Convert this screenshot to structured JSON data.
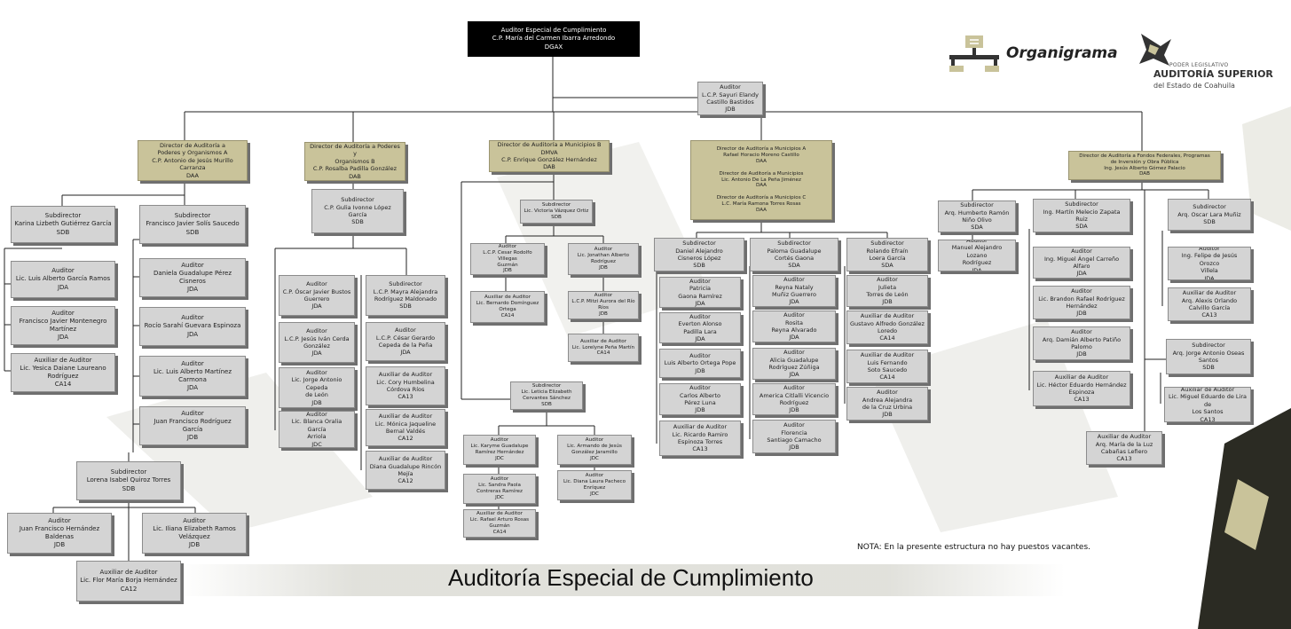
{
  "header": {
    "logo_text": "Organigrama",
    "institution_small": "PODER LEGISLATIVO",
    "institution_name": "AUDITORÍA SUPERIOR",
    "institution_sub": "del Estado de Coahuila"
  },
  "note": "NOTA: En la presente estructura no hay puestos vacantes.",
  "footer_title": "Auditoría Especial de Cumplimiento",
  "colors": {
    "box_gray": "#d4d4d4",
    "box_director": "#c9c39a",
    "box_top": "#000000",
    "shadow": "#6f6f6f"
  },
  "boxes": {
    "top": [
      "Auditor Especial de Cumplimiento",
      "C.P. María del Carmen Ibarra Arredondo",
      "DGAX"
    ],
    "auditor_staff": [
      "Auditor",
      "L.C.P. Sayuri Elandy",
      "Castillo Bastidos",
      "JDB"
    ],
    "dir1": [
      "Director de Auditoría a",
      "Poderes y Organismos A",
      "C.P. Antonio de Jesús Murillo Carranza",
      "DAA"
    ],
    "dir2": [
      "Director de Auditoría a Poderes y",
      "Organismos B",
      "C.P. Rosalba Padilla González",
      "DAB"
    ],
    "dir3": [
      "Director de Auditoría a Municipios B",
      "DMVA",
      "C.P. Enrique González Hernández",
      "DAB"
    ],
    "dir4": [
      "Director de Auditoría a Municipios A",
      "Rafael Horacio Moreno Castillo",
      "DAA",
      "",
      "Director de Auditoría a Municipios",
      "Lic. Antonio De La Peña Jiménez",
      "DAA",
      "",
      "Director de Auditoría a Municipios C",
      "L.C. María Ramona Torres Rosas",
      "DAA"
    ],
    "dir5": [
      "Director de Auditoría a Fondos Federales, Programas",
      "de Inversión y Obra Pública",
      "Ing. Jesús Alberto Gómez Palacio",
      "DAB"
    ],
    "c1_sub": [
      "Subdirector",
      "Karina Lizbeth Gutiérrez García",
      "SDB"
    ],
    "c1_a1": [
      "Auditor",
      "Lic. Luis Alberto García Ramos",
      "JDA"
    ],
    "c1_a2": [
      "Auditor",
      "Francisco Javier Montenegro",
      "Martínez",
      "JDA"
    ],
    "c1_a3": [
      "Auxiliar de Auditor",
      "Lic. Yesica Daiane Laureano",
      "Rodríguez",
      "CA14"
    ],
    "c2_sub": [
      "Subdirector",
      "Francisco Javier Solís Saucedo",
      "SDB"
    ],
    "c2_a1": [
      "Auditor",
      "Daniela Guadalupe Pérez",
      "Cisneros",
      "JDA"
    ],
    "c2_a2": [
      "Auditor",
      "Rocío Sarahí Guevara Espinoza",
      "JDA"
    ],
    "c2_a3": [
      "Auditor",
      "Lic. Luis Alberto Martínez",
      "Carmona",
      "JDA"
    ],
    "c2_a4": [
      "Auditor",
      "Juan Francisco Rodríguez García",
      "JDB"
    ],
    "c2_sub2": [
      "Subdirector",
      "Lorena Isabel Quiroz Torres",
      "SDB"
    ],
    "c2_b1": [
      "Auditor",
      "Juan Francisco Hernández",
      "Baldenas",
      "JDB"
    ],
    "c2_b2": [
      "Auditor",
      "Lic. Iliana Elizabeth Ramos",
      "Velázquez",
      "JDB"
    ],
    "c2_b3": [
      "Auxiliar de Auditor",
      "Lic. Flor María Borja Hernández",
      "CA12"
    ],
    "c3_sub": [
      "Subdirector",
      "C.P. Gulia Ivonne López García",
      "SDB"
    ],
    "c3_a1": [
      "Auditor",
      "C.P. Óscar Javier Bustos",
      "Guerrero",
      "JDA"
    ],
    "c3_a2": [
      "Auditor",
      "L.C.P. Jesús Iván Cerda",
      "González",
      "JDA"
    ],
    "c3_a3": [
      "Auditor",
      "Lic. Jorge Antonio Cepeda",
      "de León",
      "JDB"
    ],
    "c3_a4": [
      "Auditor",
      "Lic. Blanca Oralia García",
      "Arriola",
      "JDC"
    ],
    "c3_b0": [
      "Subdirector",
      "L.C.P. Mayra Alejandra",
      "Rodríguez Maldonado",
      "SDB"
    ],
    "c3_b1": [
      "Auditor",
      "L.C.P. César Gerardo",
      "Cepeda de la Peña",
      "JDA"
    ],
    "c3_b2": [
      "Auxiliar de Auditor",
      "Lic. Cory Humbelina",
      "Córdova Ríos",
      "CA13"
    ],
    "c3_b3": [
      "Auxiliar de Auditor",
      "Lic. Mónica Jaqueline",
      "Bernal Valdés",
      "CA12"
    ],
    "c3_b4": [
      "Auxiliar de Auditor",
      "Diana Guadalupe Rincón",
      "Mejía",
      "CA12"
    ],
    "c4_sub": [
      "Subdirector",
      "Lic. Victoria Vázquez Ortiz",
      "SDB"
    ],
    "c4_a1": [
      "Auditor",
      "L.C.P. Cesar Rodolfo Villegas",
      "Guzmán",
      "JDB"
    ],
    "c4_a2": [
      "Auxiliar de Auditor",
      "Lic. Bernardo Domínguez",
      "Ortega",
      "CA14"
    ],
    "c4_a3": [
      "Auditor",
      "Lic. Jonathan Alberto",
      "Rodríguez",
      "JDB"
    ],
    "c4_a4": [
      "Auditor",
      "L.C.P. Mitzi Aurora del Río",
      "Ríos",
      "JDB"
    ],
    "c4_a5": [
      "Auxiliar de Auditor",
      "Lic. Lorelyne Peña Martín",
      "CA14"
    ],
    "c4_sub2": [
      "Subdirector",
      "Lic. Leticia Elizabeth",
      "Cervantes Sánchez",
      "SDB"
    ],
    "c4_b1": [
      "Auditor",
      "Lic. Karyme Guadalupe",
      "Ramírez Hernández",
      "JDC"
    ],
    "c4_b2": [
      "Auditor",
      "Lic. Sandra Paola",
      "Contreras Ramírez",
      "JDC"
    ],
    "c4_b3": [
      "Auxiliar de Auditor",
      "Lic. Rafael Arturo Rosas",
      "Guzmán",
      "CA14"
    ],
    "c4_b4": [
      "Auditor",
      "Lic. Armando de Jesús",
      "González Jaramillo",
      "JDC"
    ],
    "c4_b5": [
      "Auditor",
      "Lic. Diana Laura Pacheco",
      "Enríquez",
      "JDC"
    ],
    "c5_s1": [
      "Subdirector",
      "Daniel Alejandro",
      "Cisneros López",
      "SDB"
    ],
    "c5_s1a": [
      "Auditor",
      "Patricia",
      "Gaona Ramírez",
      "JDA"
    ],
    "c5_s1b": [
      "Auditor",
      "Everton Alonso",
      "Padilla Lara",
      "JDA"
    ],
    "c5_s1c": [
      "Auditor",
      "Luis Alberto Ortega Pope",
      "JDB"
    ],
    "c5_s1d": [
      "Auditor",
      "Carlos Alberto",
      "Pérez Luna",
      "JDB"
    ],
    "c5_s1e": [
      "Auxiliar de Auditor",
      "Lic. Ricardo Ramiro",
      "Espinoza Torres",
      "CA13"
    ],
    "c5_s2": [
      "Subdirector",
      "Paloma Guadalupe",
      "Cortés Gaona",
      "SDA"
    ],
    "c5_s2a": [
      "Auditor",
      "Reyna Nataly",
      "Muñiz Guerrero",
      "JDA"
    ],
    "c5_s2b": [
      "Auditor",
      "Rosita",
      "Reyna Alvarado",
      "JDA"
    ],
    "c5_s2c": [
      "Auditor",
      "Alicia Guadalupe",
      "Rodríguez Zúñiga",
      "JDA"
    ],
    "c5_s2d": [
      "Auditor",
      "America Citlalli Vicencio",
      "Rodríguez",
      "JDB"
    ],
    "c5_s2e": [
      "Auditor",
      "Florencia",
      "Santiago Camacho",
      "JDB"
    ],
    "c5_s3": [
      "Subdirector",
      "Rolando Efraín",
      "Loera García",
      "SDA"
    ],
    "c5_s3a": [
      "Auditor",
      "Julieta",
      "Torres de León",
      "JDB"
    ],
    "c5_s3b": [
      "Auxiliar de Auditor",
      "Gustavo Alfredo González",
      "Loredo",
      "CA14"
    ],
    "c5_s3c": [
      "Auxiliar de Auditor",
      "Luis Fernando",
      "Soto Saucedo",
      "CA14"
    ],
    "c5_s3d": [
      "Auditor",
      "Andrea Alejandra",
      "de la Cruz Urbina",
      "JDB"
    ],
    "c6_s1": [
      "Subdirector",
      "Arq. Humberto Ramón",
      "Niño Olivo",
      "SDA"
    ],
    "c6_s1a": [
      "Auditor",
      "Manuel Alejandro Lozano",
      "Rodríguez",
      "JDA"
    ],
    "c6_s2": [
      "Subdirector",
      "Ing. Martín Melecio Zapata Ruiz",
      "SDA"
    ],
    "c6_s2a": [
      "Auditor",
      "Ing. Miguel Ángel Carreño Alfaro",
      "JDA"
    ],
    "c6_s2b": [
      "Auditor",
      "Lic. Brandon Rafael Rodríguez",
      "Hernández",
      "JDB"
    ],
    "c6_s2c": [
      "Auditor",
      "Arq. Damián Alberto Patiño",
      "Palomo",
      "JDB"
    ],
    "c6_s2d": [
      "Auxiliar de Auditor",
      "Lic. Héctor Eduardo Hernández",
      "Espinoza",
      "CA13"
    ],
    "c6_s2e": [
      "Auxiliar de Auditor",
      "Arq. María de la Luz",
      "Cabañas Lefiero",
      "CA13"
    ],
    "c6_s3": [
      "Subdirector",
      "Arq. Oscar Lara Muñiz",
      "SDB"
    ],
    "c6_s3a": [
      "Auditor",
      "Ing. Felipe de Jesús Orozco",
      "Villela",
      "JDA"
    ],
    "c6_s3b": [
      "Auxiliar de Auditor",
      "Arq. Alexis Orlando",
      "Calvillo García",
      "CA13"
    ],
    "c6_s4": [
      "Subdirector",
      "Arq. Jorge Antonio Oseas",
      "Santos",
      "SDB"
    ],
    "c6_s4a": [
      "Auxiliar de Auditor",
      "Lic. Miguel Eduardo de Lira de",
      "Los Santos",
      "CA13"
    ]
  }
}
